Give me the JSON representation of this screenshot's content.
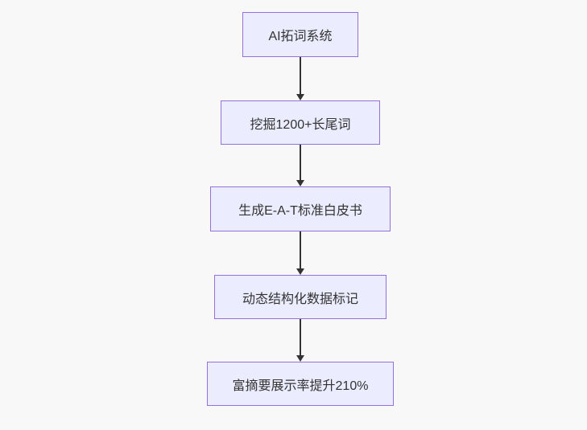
{
  "diagram": {
    "type": "flowchart",
    "direction": "top-down",
    "nodes": [
      {
        "id": "n1",
        "label": "AI拓词系统"
      },
      {
        "id": "n2",
        "label": "挖掘1200+长尾词"
      },
      {
        "id": "n3",
        "label": "生成E-A-T标准白皮书"
      },
      {
        "id": "n4",
        "label": "动态结构化数据标记"
      },
      {
        "id": "n5",
        "label": "富摘要展示率提升210%"
      }
    ],
    "edges": [
      {
        "from": "n1",
        "to": "n2"
      },
      {
        "from": "n2",
        "to": "n3"
      },
      {
        "from": "n3",
        "to": "n4"
      },
      {
        "from": "n4",
        "to": "n5"
      }
    ],
    "colors": {
      "node_fill": "#ececff",
      "node_border": "#9370db",
      "arrow": "#333333",
      "text": "#333333",
      "background": "#f8f8f8"
    }
  }
}
